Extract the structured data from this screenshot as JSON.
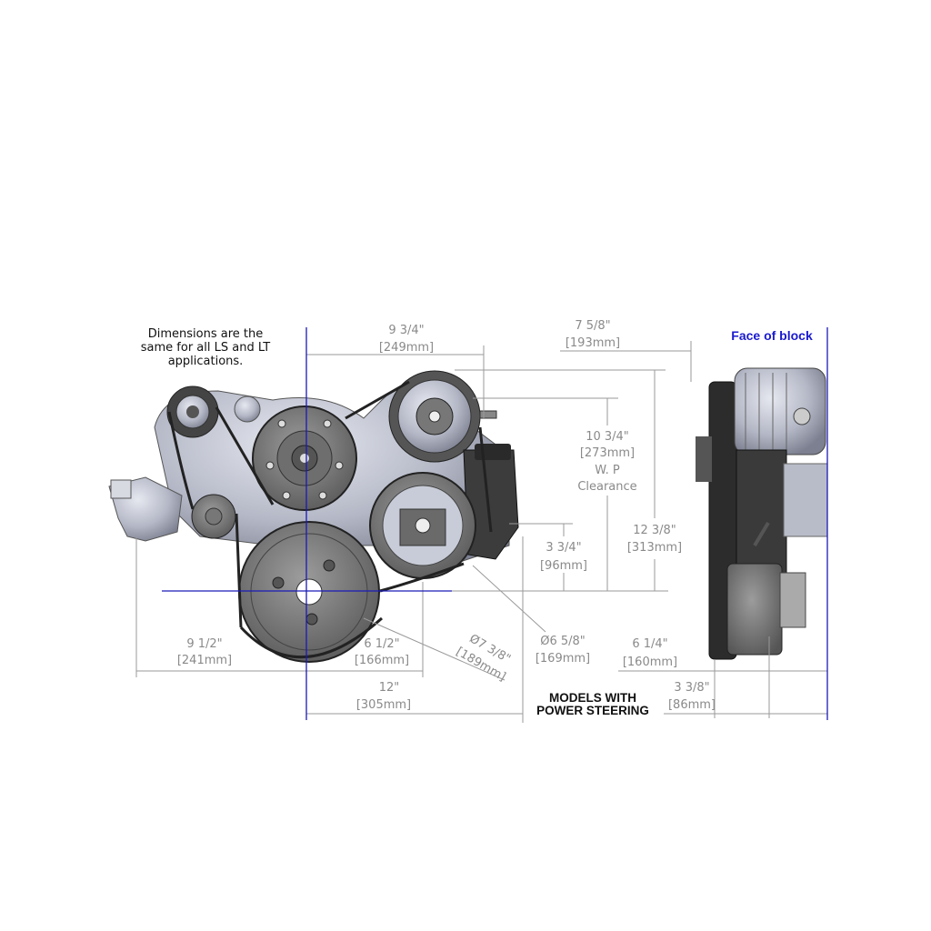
{
  "note": {
    "lines": [
      "Dimensions are the",
      "same for all LS and LT",
      "applications."
    ]
  },
  "face_of_block": "Face of block",
  "models_label": {
    "lines": [
      "MODELS WITH",
      "POWER STEERING"
    ]
  },
  "dimensions": {
    "width_wp": {
      "in": "9 3/4\"",
      "mm": "[249mm]"
    },
    "side_top": {
      "in": "7 5/8\"",
      "mm": "[193mm]"
    },
    "wp_clearance": {
      "in": "10 3/4\"",
      "mm": "[273mm]",
      "label1": "W. P",
      "label2": "Clearance"
    },
    "height_total": {
      "in": "12 3/8\"",
      "mm": "[313mm]"
    },
    "ps_height": {
      "in": "3 3/4\"",
      "mm": "[96mm]"
    },
    "left_width": {
      "in": "9 1/2\"",
      "mm": "[241mm]"
    },
    "ps_offset": {
      "in": "6 1/2\"",
      "mm": "[166mm]"
    },
    "crank_dia": {
      "in": "Ø7 3/8\"",
      "mm": "[189mm]"
    },
    "ps_dia": {
      "in": "Ø6 5/8\"",
      "mm": "[169mm]"
    },
    "side_depth": {
      "in": "6 1/4\"",
      "mm": "[160mm]"
    },
    "overall_width": {
      "in": "12\"",
      "mm": "[305mm]"
    },
    "side_crank": {
      "in": "3 3/8\"",
      "mm": "[86mm]"
    }
  },
  "colors": {
    "datum_blue": "#1a1ab8",
    "face_label_blue": "#1a1ad0",
    "dimension_gray": "#8a8a8a"
  }
}
